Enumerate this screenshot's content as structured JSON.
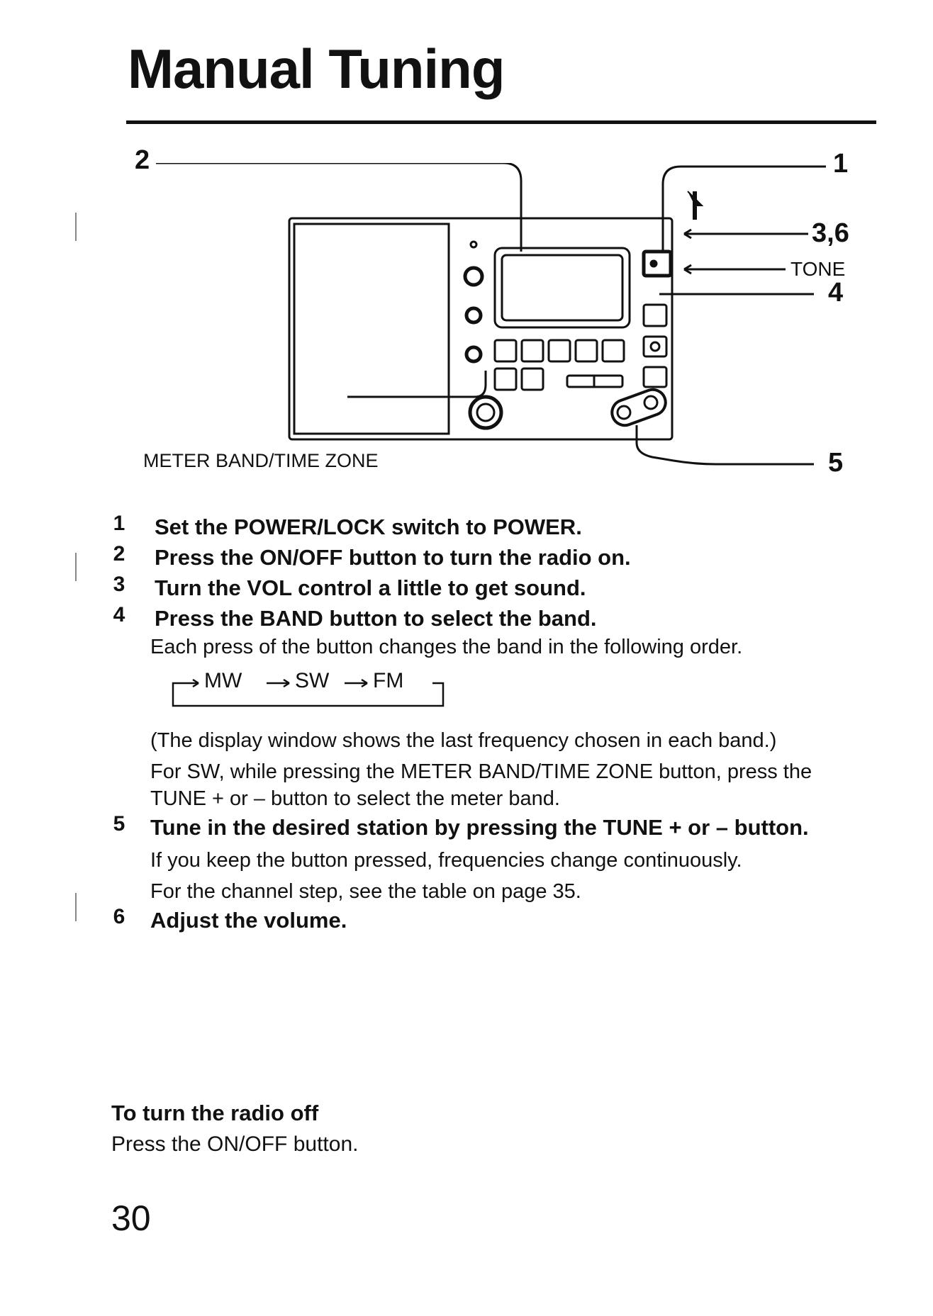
{
  "title": "Manual Tuning",
  "diagram": {
    "callouts": {
      "power_switch": "1",
      "on_off": "2",
      "volume": "3,6",
      "tone": "TONE",
      "band": "4",
      "tune": "5",
      "meter_band": "METER BAND/TIME ZONE"
    }
  },
  "steps": [
    {
      "num": "1",
      "heading": "Set the POWER/LOCK switch to POWER."
    },
    {
      "num": "2",
      "heading": "Press the ON/OFF button to turn the radio on."
    },
    {
      "num": "3",
      "heading": "Turn the VOL control a little to get sound."
    },
    {
      "num": "4",
      "heading": "Press the BAND button to select the band.",
      "text1": "Each press of the button changes the band in the following order.",
      "band_order": [
        "MW",
        "SW",
        "FM"
      ],
      "text2": "(The display window shows the last frequency chosen in each band.)",
      "text3": "For SW, while pressing the METER BAND/TIME ZONE button, press the TUNE + or – button to select the meter band."
    },
    {
      "num": "5",
      "heading": "Tune in the desired station by pressing the TUNE + or – button.",
      "text1": "If you keep the button pressed, frequencies change continuously.",
      "text2": "For the channel step, see the table on page 35."
    },
    {
      "num": "6",
      "heading": "Adjust the volume."
    }
  ],
  "turn_off": {
    "title": "To turn the radio off",
    "text": "Press the ON/OFF button."
  },
  "page_number": "30"
}
